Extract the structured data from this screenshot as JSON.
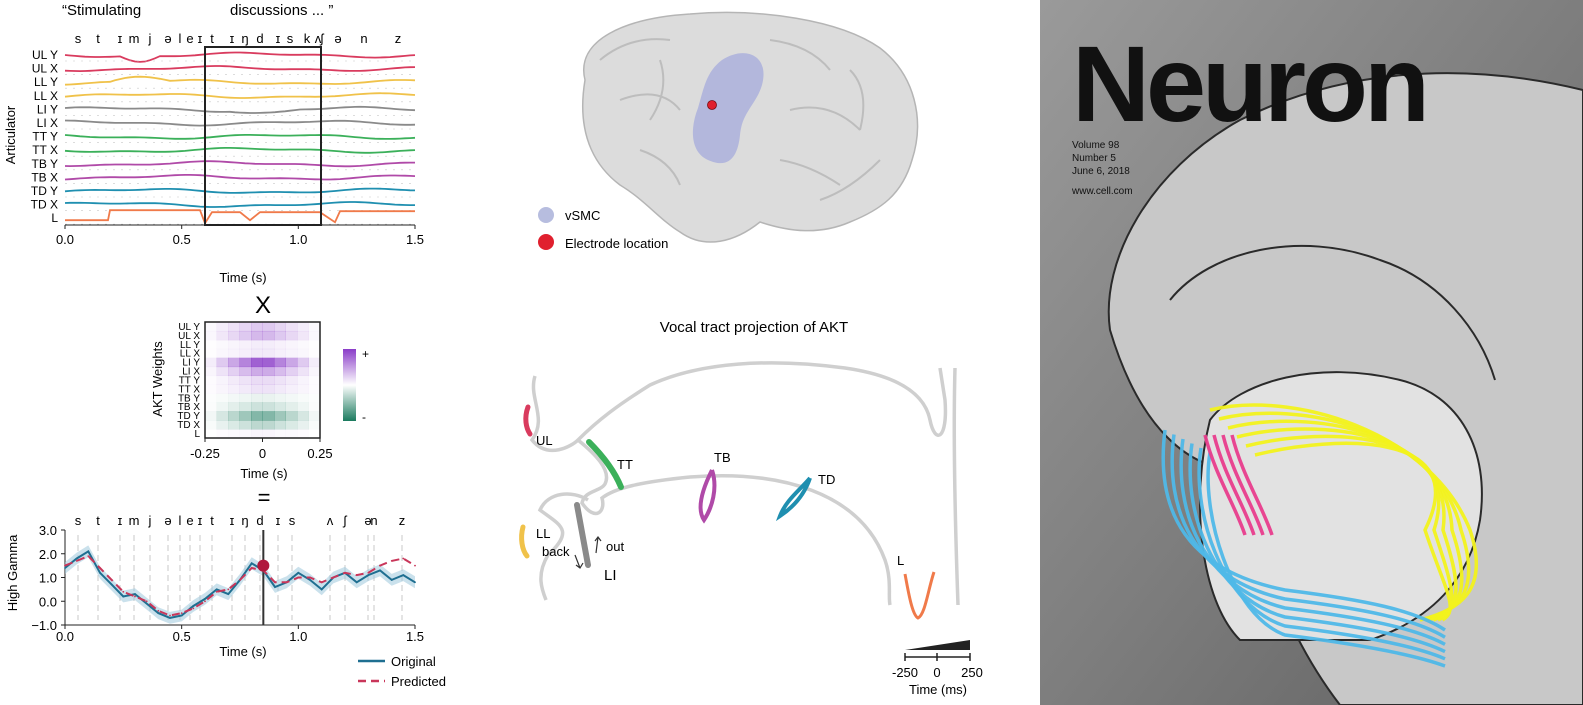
{
  "panel_a": {
    "quote_open": "“Stimulating",
    "quote_close": "discussions ... ”",
    "phonemes": [
      "s",
      "t",
      "ɪ",
      "m",
      "j",
      "ə",
      "l",
      "e",
      "ɪ",
      "t",
      "ɪ",
      "ŋ",
      "d",
      "ɪ",
      "s",
      "k",
      "ʌ",
      "ʃ",
      "ə",
      "n",
      "z"
    ],
    "ylabel": "Articulator",
    "articulators": [
      "UL Y",
      "UL X",
      "LL Y",
      "LL X",
      "LI Y",
      "LI X",
      "TT Y",
      "TT X",
      "TB Y",
      "TB X",
      "TD Y",
      "TD X",
      "L"
    ],
    "xticks": [
      "0.0",
      "0.5",
      "1.0",
      "1.5"
    ],
    "xlabel": "Time (s)"
  },
  "panel_b": {
    "operator_x": "X",
    "ylabel": "AKT Weights",
    "rows": [
      "UL Y",
      "UL X",
      "LL Y",
      "LL X",
      "LI Y",
      "LI X",
      "TT Y",
      "TT X",
      "TB Y",
      "TB X",
      "TD Y",
      "TD X",
      "L"
    ],
    "xticks": [
      "-0.25",
      "0",
      "0.25"
    ],
    "xlabel": "Time (s)",
    "cbar_plus": "+",
    "cbar_minus": "-",
    "operator_eq": "="
  },
  "panel_c": {
    "phonemes": [
      "s",
      "t",
      "ɪ",
      "m",
      "j",
      "ə",
      "l",
      "e",
      "ɪ",
      "t",
      "ɪ",
      "ŋ",
      "d",
      "ɪ",
      "s",
      "ʌ",
      "ʃ",
      "ə",
      "n",
      "z"
    ],
    "ylabel": "High Gamma",
    "yticks": [
      "3.0",
      "2.0",
      "1.0",
      "0.0",
      "−1.0"
    ],
    "xticks": [
      "0.0",
      "0.5",
      "1.0",
      "1.5"
    ],
    "xlabel": "Time (s)",
    "legend": [
      {
        "label": "Original",
        "color": "#1f6f91"
      },
      {
        "label": "Predicted",
        "color": "#c9365a"
      }
    ]
  },
  "chart_data": {
    "type": "line",
    "xlim": [
      0,
      1.5
    ],
    "ylim": [
      -1,
      3
    ],
    "x": [
      0.0,
      0.05,
      0.1,
      0.15,
      0.2,
      0.25,
      0.3,
      0.35,
      0.4,
      0.45,
      0.5,
      0.55,
      0.6,
      0.65,
      0.7,
      0.75,
      0.8,
      0.85,
      0.9,
      0.95,
      1.0,
      1.05,
      1.1,
      1.15,
      1.2,
      1.25,
      1.3,
      1.35,
      1.4,
      1.45,
      1.5
    ],
    "series": [
      {
        "name": "Original",
        "values": [
          1.4,
          1.8,
          2.1,
          1.2,
          0.7,
          0.2,
          0.3,
          -0.1,
          -0.5,
          -0.7,
          -0.6,
          -0.2,
          0.1,
          0.5,
          0.3,
          0.9,
          1.6,
          1.3,
          0.6,
          0.8,
          1.2,
          0.9,
          0.5,
          1.0,
          1.2,
          0.8,
          1.1,
          1.3,
          0.9,
          1.1,
          0.8
        ]
      },
      {
        "name": "Predicted",
        "values": [
          1.5,
          1.7,
          1.9,
          1.4,
          0.9,
          0.4,
          0.2,
          0.0,
          -0.4,
          -0.6,
          -0.5,
          -0.3,
          0.0,
          0.4,
          0.5,
          0.9,
          1.4,
          1.3,
          0.8,
          0.8,
          1.0,
          1.0,
          0.8,
          1.0,
          1.2,
          1.1,
          1.2,
          1.5,
          1.7,
          1.8,
          1.5
        ]
      }
    ],
    "marker": {
      "x": 0.85,
      "y": 1.5
    }
  },
  "brain": {
    "legend": [
      {
        "label": "vSMC",
        "color": "#b7bddf"
      },
      {
        "label": "Electrode location",
        "color": "#e0202e"
      }
    ]
  },
  "vocal_tract": {
    "title": "Vocal tract projection of AKT",
    "labels": {
      "UL": "UL",
      "TT": "TT",
      "TB": "TB",
      "TD": "TD",
      "LL": "LL",
      "LI": "LI",
      "L": "L",
      "back": "back",
      "out": "out"
    },
    "colors": {
      "UL": "#d93b5e",
      "TT": "#3bb05a",
      "TB": "#b04aa8",
      "TD": "#1f8fb0",
      "LL": "#f0c24a",
      "LI": "#8a8a8a",
      "L": "#f07a4a"
    },
    "time_ticks": [
      "-250",
      "0",
      "250"
    ],
    "time_label": "Time (ms)"
  },
  "cover": {
    "title": "Neuron",
    "volume": "Volume 98",
    "number": "Number 5",
    "date": "June 6, 2018",
    "url": "www.cell.com"
  }
}
